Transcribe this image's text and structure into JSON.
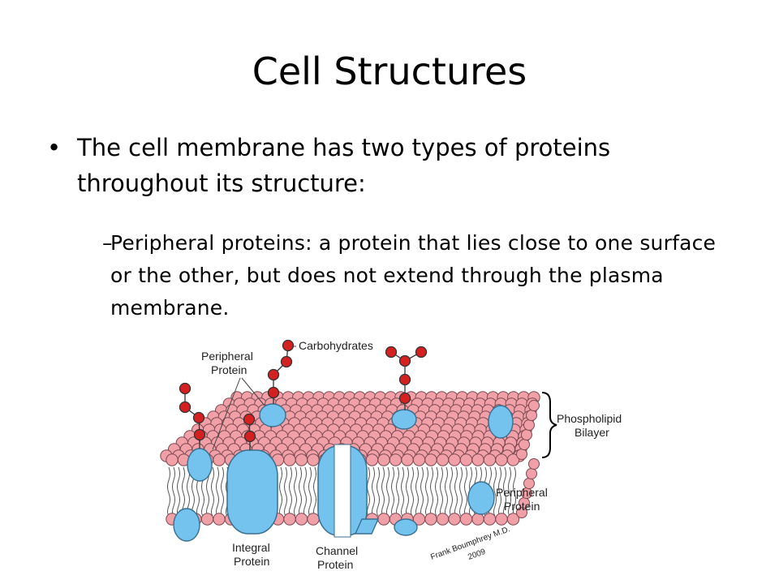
{
  "slide": {
    "title": "Cell Structures",
    "bullet_marker": "•",
    "sub_marker": "–",
    "bullet": "The cell membrane has two types of proteins throughout its structure:",
    "sub_bullet": "Peripheral proteins: a protein that lies close to one surface or the other, but does not extend through the plasma membrane."
  },
  "diagram": {
    "labels": {
      "carbohydrates": "Carbohydrates",
      "peripheral_top_1": "Peripheral",
      "peripheral_top_2": "Protein",
      "phospholipid_1": "Phospholipid",
      "phospholipid_2": "Bilayer",
      "peripheral_right_1": "Peripheral",
      "peripheral_right_2": "Protein",
      "integral_1": "Integral",
      "integral_2": "Protein",
      "channel_1": "Channel",
      "channel_2": "Protein"
    },
    "credit_1": "Frank Boumphrey M.D.",
    "credit_2": "2009",
    "colors": {
      "lipid_head": "#F2A0A8",
      "lipid_outline": "#7a4a50",
      "protein": "#74C3EE",
      "carbohydrate": "#D42020",
      "tail": "#555555"
    }
  }
}
